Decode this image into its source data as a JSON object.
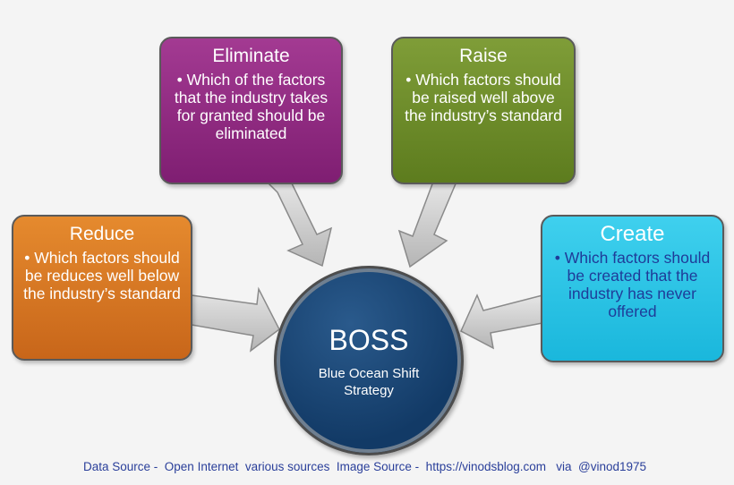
{
  "center": {
    "title": "BOSS",
    "subtitle": "Blue Ocean Shift Strategy"
  },
  "boxes": {
    "reduce": {
      "title": "Reduce",
      "body": "• Which factors should be reduces well below the industry’s standard",
      "color": "#d97a24"
    },
    "eliminate": {
      "title": "Eliminate",
      "body": "• Which of the factors that the industry takes for granted should be eliminated",
      "color": "#922b83"
    },
    "raise": {
      "title": "Raise",
      "body": "• Which factors should be raised well above the industry’s standard",
      "color": "#6e8c2b"
    },
    "create": {
      "title": "Create",
      "body": "• Which factors should be created that the industry has never offered",
      "color": "#28c3e6"
    }
  },
  "footer": "Data Source -  Open Internet  various sources  Image Source -  https://vinodsblog.com   via  @vinod1975"
}
